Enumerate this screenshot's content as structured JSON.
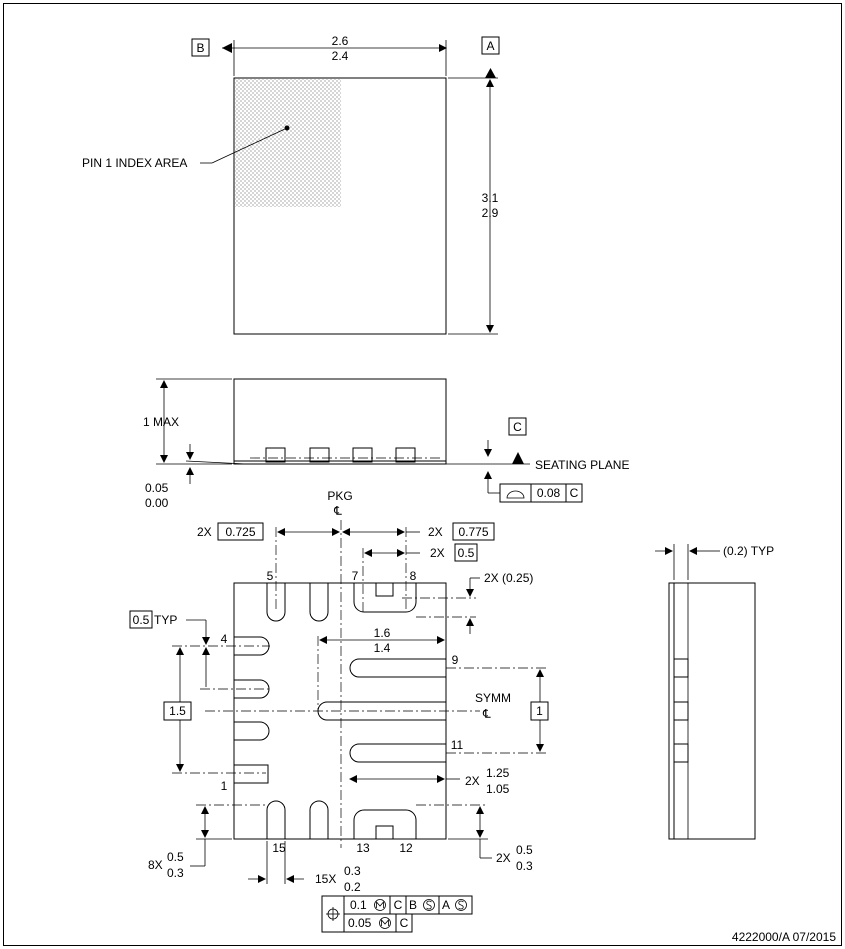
{
  "datum_labels": {
    "a": "A",
    "b": "B",
    "c": "C"
  },
  "top_view": {
    "width_max": "2.6",
    "width_min": "2.4",
    "height_max": "3.1",
    "height_min": "2.9",
    "pin1_label": "PIN 1 INDEX AREA"
  },
  "side_view": {
    "height_label": "1 MAX",
    "standoff_max": "0.05",
    "standoff_min": "0.00",
    "seating_plane": "SEATING PLANE",
    "flatness_value": "0.08",
    "flatness_datum": "C"
  },
  "bottom_view": {
    "pkg_label": "PKG",
    "cl_symbol": "℄",
    "dim_0725_count": "2X",
    "dim_0725": "0.725",
    "dim_0775_count": "2X",
    "dim_0775": "0.775",
    "dim_05_count": "2X",
    "dim_05": "0.5",
    "dim_025": "2X (0.25)",
    "typ_box": "0.5",
    "typ_label": "TYP",
    "pitch_15": "1.5",
    "dim_16": "1.6",
    "dim_14": "1.4",
    "symm_label": "SYMM",
    "symm_box": "1",
    "dim_125_count": "2X",
    "dim_125": "1.25",
    "dim_105": "1.05",
    "pin_labels": {
      "p1": "1",
      "p4": "4",
      "p5": "5",
      "p7": "7",
      "p8": "8",
      "p9": "9",
      "p11": "11",
      "p12": "12",
      "p13": "13",
      "p15": "15"
    },
    "dim_8x_count": "8X",
    "dim_8x_max": "0.5",
    "dim_8x_min": "0.3",
    "dim_15x_count": "15X",
    "dim_15x_max": "0.3",
    "dim_15x_min": "0.2",
    "dim_2x_r_count": "2X",
    "dim_2x_r_max": "0.5",
    "dim_2x_r_min": "0.3",
    "fcf_row1": {
      "tol": "0.1",
      "d1": "C",
      "d2": "B",
      "d3": "A"
    },
    "fcf_row2": {
      "tol": "0.05",
      "d1": "C"
    }
  },
  "right_view": {
    "typ_label": "(0.2) TYP"
  },
  "footer": "4222000/A   07/2015"
}
